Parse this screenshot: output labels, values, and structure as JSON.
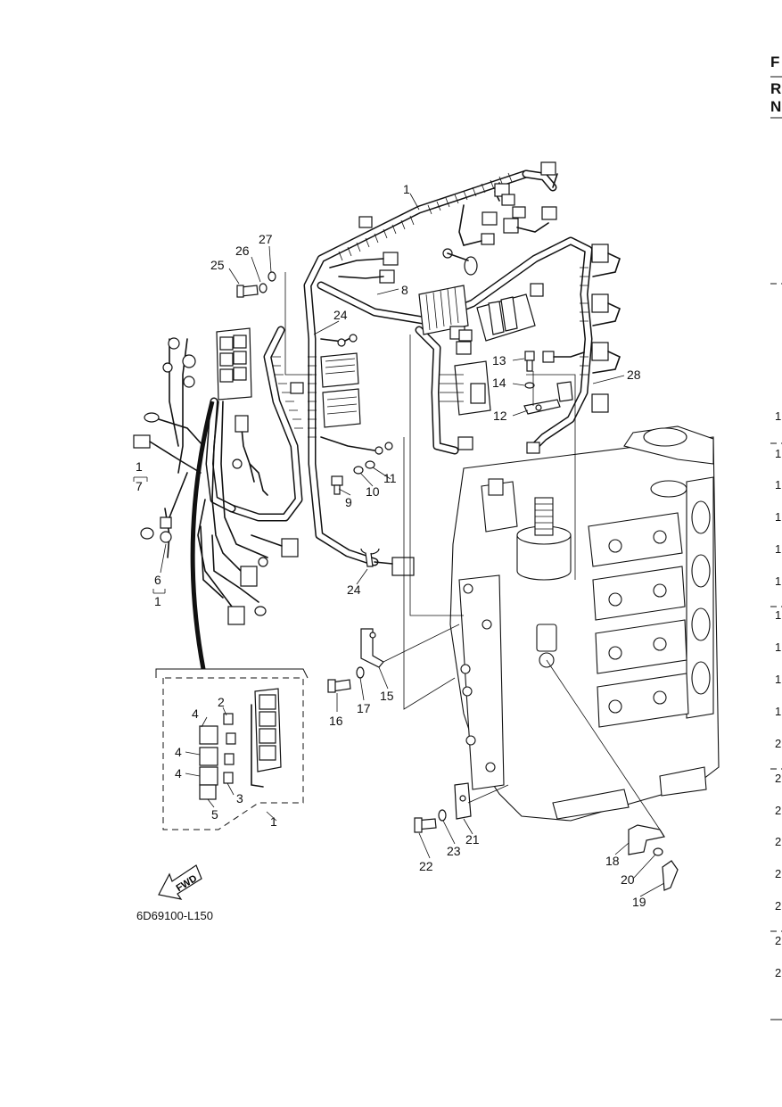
{
  "edge": {
    "letters": [
      "F",
      "R",
      "N"
    ],
    "row_numbers": [
      "1",
      "1",
      "1",
      "1",
      "1",
      "1",
      "1",
      "1",
      "1",
      "1",
      "2",
      "2",
      "2",
      "2",
      "2",
      "2",
      "2",
      "2"
    ]
  },
  "callouts": {
    "c1": "1",
    "c2": "2",
    "c3": "3",
    "c4a": "4",
    "c4b": "4",
    "c4c": "4",
    "c5": "5",
    "c6": "6",
    "c7": "7",
    "c8": "8",
    "c9": "9",
    "c10": "10",
    "c11": "11",
    "c12": "12",
    "c13": "13",
    "c14": "14",
    "c15": "15",
    "c16": "16",
    "c17": "17",
    "c18": "18",
    "c19": "19",
    "c20": "20",
    "c21": "21",
    "c22": "22",
    "c23": "23",
    "c24a": "24",
    "c24b": "24",
    "c25": "25",
    "c26": "26",
    "c27": "27",
    "c28": "28",
    "c1_inset": "1",
    "c1_bracket_top": "1",
    "c1_bracket_bottom": "1"
  },
  "fwd_label": "FWD",
  "figure_code": "6D69100-L150",
  "icons": [
    "fwd-arrow-icon"
  ]
}
